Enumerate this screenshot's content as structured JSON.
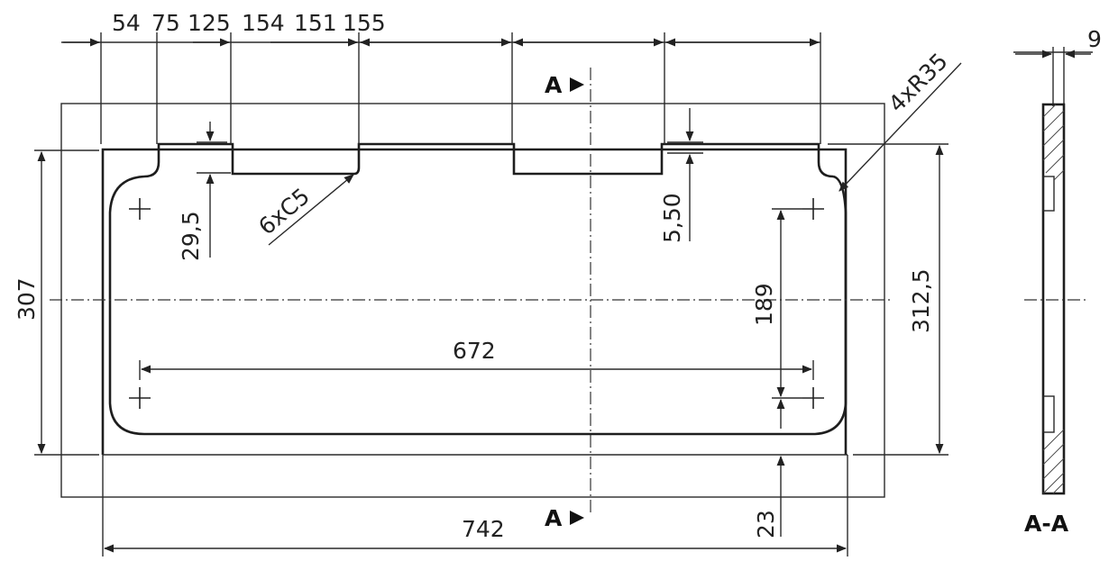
{
  "top_dims": [
    "54",
    "75",
    "125",
    "154",
    "151",
    "155"
  ],
  "dims": {
    "d9": "9",
    "d29_5": "29,5",
    "d6xc5": "6xC5",
    "d5_50": "5,50",
    "d4xr35": "4xR35",
    "d307": "307",
    "d312_5": "312,5",
    "d189": "189",
    "d672": "672",
    "d742": "742",
    "d23": "23"
  },
  "section": {
    "marker": "A",
    "title": "A-A"
  },
  "colors": {
    "line": "#1e1e1e",
    "background": "#ffffff"
  }
}
